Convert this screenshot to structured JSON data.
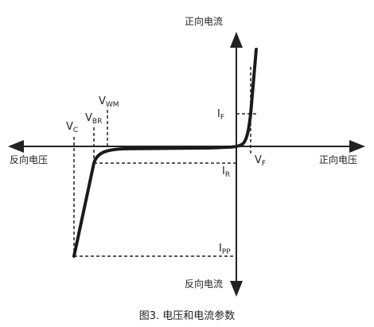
{
  "axes": {
    "positive_current": "正向电流",
    "negative_current": "反向电流",
    "reverse_voltage": "反向电压",
    "forward_voltage": "正向电压"
  },
  "labels": {
    "vc": {
      "main": "V",
      "sub": "C"
    },
    "vbr": {
      "main": "V",
      "sub": "BR"
    },
    "vwm": {
      "main": "V",
      "sub": "WM"
    },
    "vf": {
      "main": "V",
      "sub": "F"
    },
    "if": {
      "main": "I",
      "sub": "F"
    },
    "ir": {
      "main": "I",
      "sub": "R"
    },
    "ipp": {
      "main": "I",
      "sub": "PP"
    }
  },
  "caption": "图3. 电压和电流参数"
}
